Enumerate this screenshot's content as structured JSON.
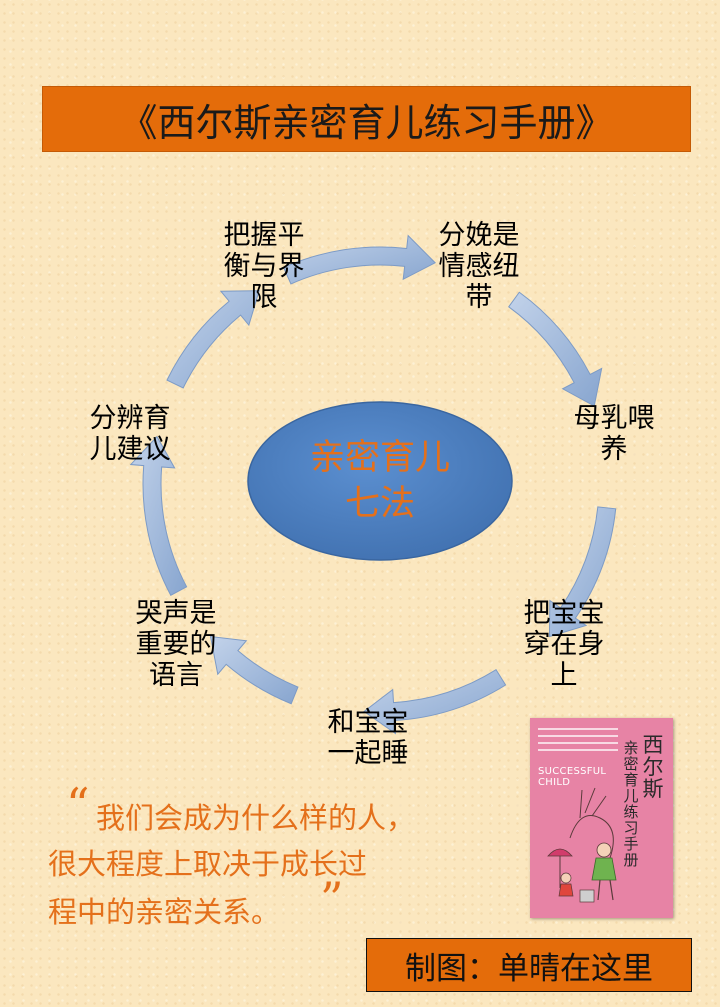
{
  "title": "《西尔斯亲密育儿练习手册》",
  "center": "亲密育儿\n七法",
  "nodes": {
    "balance": "把握平\n衡与界\n限",
    "birth": "分娩是\n情感纽\n带",
    "breastfeed": "母乳喂\n养",
    "carry": "把宝宝\n穿在身\n上",
    "cosleep": "和宝宝\n一起睡",
    "crying": "哭声是\n重要的\n语言",
    "advice": "分辨育\n儿建议"
  },
  "quote": {
    "open_mark": "“",
    "line1": "我们会成为什么样的人，",
    "line2": "很大程度上取决于成长过",
    "line3": "程中的亲密关系。",
    "close_mark": "”"
  },
  "book": {
    "title": "西尔斯",
    "subtitle": "亲密育儿练习手册",
    "english": "SUCCESSFUL CHILD"
  },
  "credit": "制图：单晴在这里",
  "colors": {
    "background": "#fbe7bf",
    "title_bar": "#e46c0a",
    "accent_text": "#e4701b",
    "ellipse": "#4f81bd",
    "arrow": "#9ab4d8",
    "book_cover": "#e783a5"
  }
}
